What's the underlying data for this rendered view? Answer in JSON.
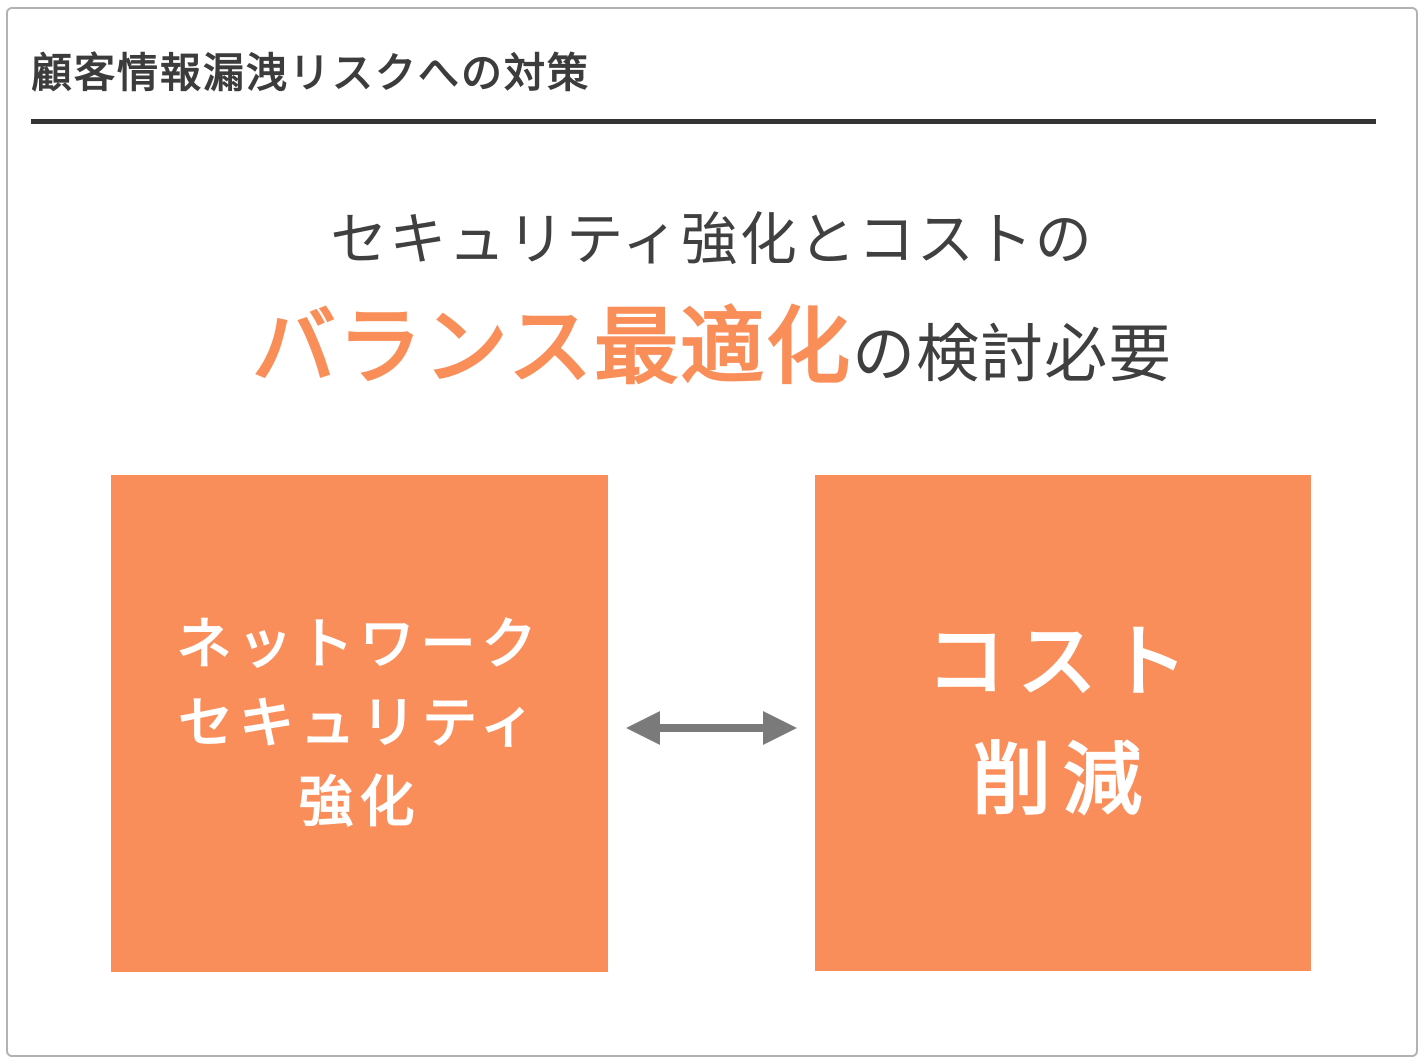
{
  "slide": {
    "title": "顧客情報漏洩リスクへの対策",
    "headline": {
      "line1": "セキュリティ強化とコストの",
      "highlight": "バランス最適化",
      "suffix": "の検討必要"
    },
    "left_box": {
      "line1": "ネットワーク",
      "line2": "セキュリティ",
      "line3": "強化"
    },
    "right_box": {
      "line1": "コスト",
      "line2": "削減"
    },
    "arrow": {
      "icon": "double-headed-horizontal-arrow"
    },
    "colors": {
      "accent_orange": "#F98E58",
      "box_orange": "#FA8E5B",
      "title_text": "#3C3C3C",
      "headline_text": "#404040",
      "rule_dark": "#333333",
      "arrow_gray": "#7A7A7A",
      "box_text_white": "#FFFFFF",
      "slide_border": "#B2B2B2"
    }
  }
}
